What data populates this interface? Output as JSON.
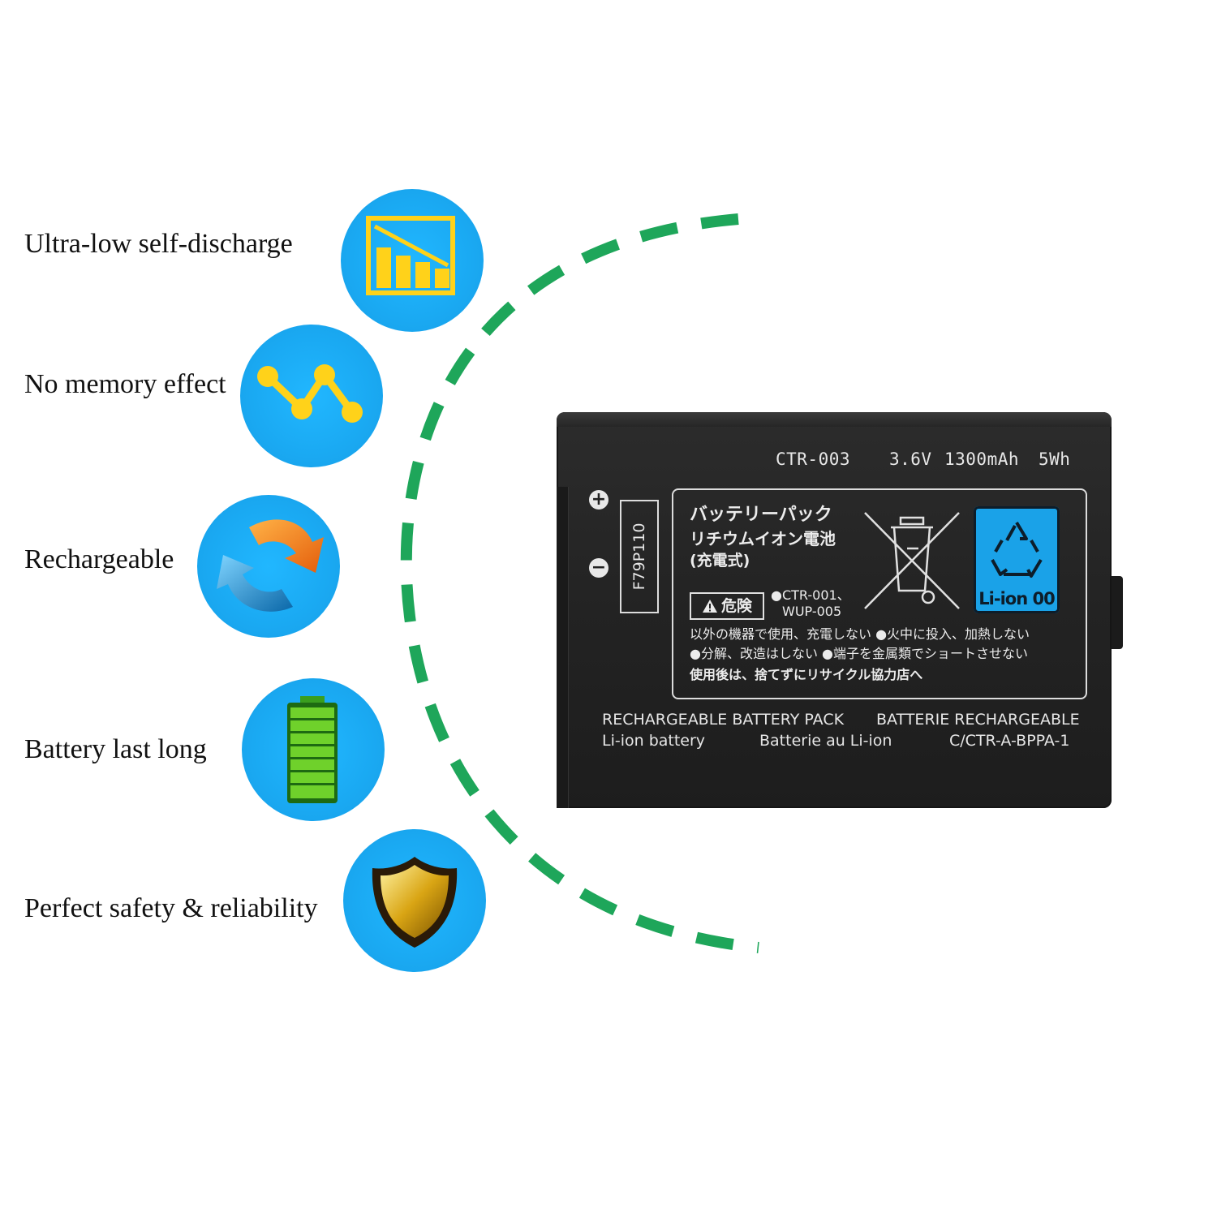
{
  "features": [
    {
      "label": "Ultra-low self-discharge",
      "icon": "declining-bar-chart-icon"
    },
    {
      "label": "No memory effect",
      "icon": "zigzag-nodes-icon"
    },
    {
      "label": "Rechargeable",
      "icon": "recycle-arrows-icon"
    },
    {
      "label": "Battery last long",
      "icon": "full-battery-icon"
    },
    {
      "label": "Perfect safety & reliability",
      "icon": "gold-shield-icon"
    }
  ],
  "colors": {
    "circle_blue": "#1aa9f2",
    "arc_green": "#1ea65a",
    "icon_yellow": "#ffd21a",
    "battery_black": "#232323"
  },
  "battery": {
    "model": "CTR-003",
    "voltage": "3.6V",
    "capacity": "1300mAh",
    "energy": "5Wh",
    "plus": "+",
    "minus": "−",
    "code": "F79P110",
    "jp_title1": "バッテリーパック",
    "jp_title2": "リチウムイオン電池",
    "jp_title3": "(充電式)",
    "danger": "危険",
    "models_line1": "●CTR-001、",
    "models_line2": "WUP-005",
    "warning1": "以外の機器で使用、充電しない ●火中に投入、加熱しない",
    "warning2": "●分解、改造はしない ●端子を金属類でショートさせない",
    "warning3": "使用後は、捨てずにリサイクル協力店へ",
    "recycle_label": "Li-ion 00",
    "en1": "RECHARGEABLE BATTERY PACK",
    "fr1": "BATTERIE RECHARGEABLE",
    "en2": "Li-ion battery",
    "fr2": "Batterie au Li-ion",
    "part_no": "C/CTR-A-BPPA-1"
  }
}
